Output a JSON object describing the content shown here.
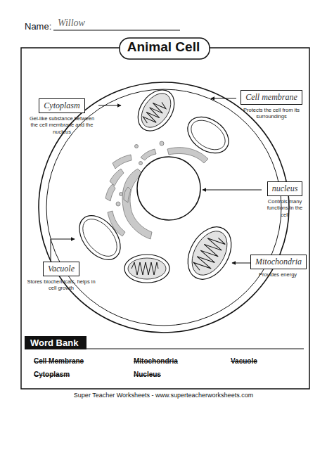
{
  "diagram": {
    "title": "Animal Cell",
    "nodes": [
      {
        "text": [
          "Cytoplasm",
          "Gel-like substance between the cell membrane and the nucleus"
        ]
      },
      {
        "text": [
          "Cell membrane",
          "Protects the cell from its surroundings"
        ]
      },
      {
        "text": [
          "nucleus",
          "Controls many functions in the cell"
        ]
      },
      {
        "text": [
          "Vacuole",
          "Stores biochemicals, helps in cell growth"
        ]
      },
      {
        "text": [
          "Mitochondria",
          "Provides energy"
        ]
      },
      {
        "text": [
          "Word Bank"
        ]
      }
    ],
    "labels": [
      "Name:",
      "Willow",
      "Cell Membrane",
      "Mitochondria",
      "Vacuole",
      "Cytoplasm",
      "Nucleus",
      "Super Teacher Worksheets - www.superteacherworksheets.com"
    ]
  }
}
